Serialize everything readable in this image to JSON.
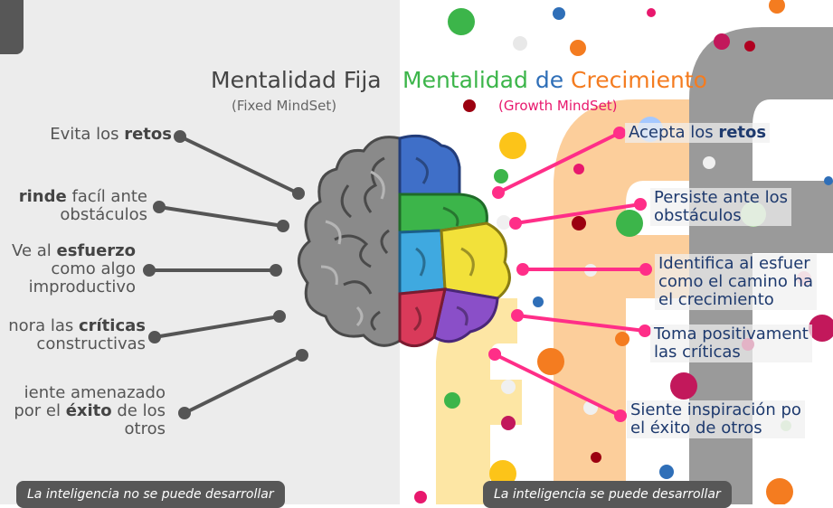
{
  "titles": {
    "fixed": "Mentalidad Fija",
    "fixed_sub": "(Fixed MindSet)",
    "growth_1": "Mentalidad",
    "growth_2": "de",
    "growth_3": "Crecimiento",
    "growth_sub": "(Growth MindSet)"
  },
  "fixed": {
    "item1": {
      "pre": "Evita los ",
      "bold": "retos",
      "post": ""
    },
    "item2": {
      "bold": "rinde",
      "line1_post": " facíl ante",
      "line2": "obstáculos"
    },
    "item3": {
      "pre": "Ve al ",
      "bold": "esfuerzo",
      "line2": "como algo",
      "line3": "improductivo"
    },
    "item4": {
      "pre": "nora las ",
      "bold": "críticas",
      "line2": "constructivas"
    },
    "item5": {
      "line1": "iente amenazado",
      "pre": "por el ",
      "bold": "éxito",
      "post": " de los",
      "line3": "otros"
    },
    "banner": "La inteligencia no se puede desarrollar"
  },
  "growth": {
    "item1": {
      "pre": "Acepta los ",
      "bold": "retos"
    },
    "item2": {
      "line1": "Persiste ante los",
      "line2": "obstáculos"
    },
    "item3": {
      "line1": "Identifica al esfuer",
      "line2": "como el camino ha",
      "line3": "el crecimiento"
    },
    "item4": {
      "line1": "Toma positivament",
      "line2": "las críticas"
    },
    "item5": {
      "line1": "Siente inspiración po",
      "line2": "el éxito de otros"
    },
    "banner": "La inteligencia se puede desarrollar"
  },
  "colors": {
    "fixed_title": "#444444",
    "growth_green": "#3cb54a",
    "growth_blue": "#2f6fb8",
    "growth_orange": "#f47c20",
    "growth_sub": "#e8186d",
    "connector_left": "#555555",
    "connector_right": "#ff2e88"
  }
}
